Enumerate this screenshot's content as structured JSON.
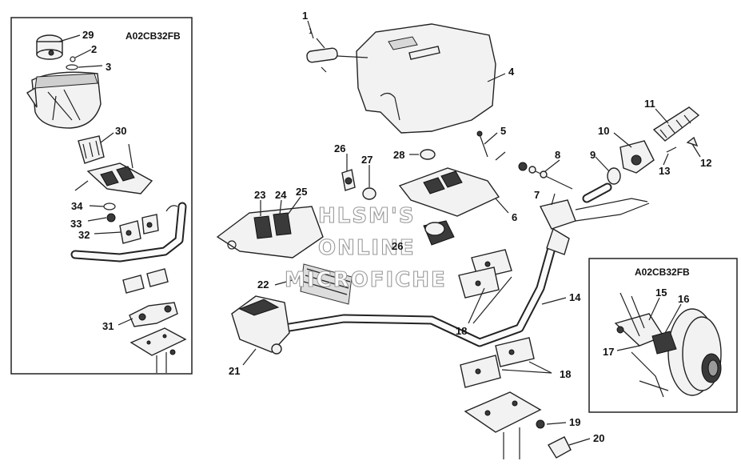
{
  "inset_left": {
    "code": "A02CB32FB"
  },
  "inset_right": {
    "code": "A02CB32FB"
  },
  "watermark": [
    "HLSM'S",
    "ONLINE",
    "MICROFICHE"
  ],
  "callouts": {
    "n1": "1",
    "n1_small": "1",
    "n2": "2",
    "n3": "3",
    "n4": "4",
    "n5": "5",
    "n6": "6",
    "n7": "7",
    "n8": "8",
    "n9": "9",
    "n10": "10",
    "n11": "11",
    "n12": "12",
    "n13": "13",
    "n14": "14",
    "n15": "15",
    "n16": "16",
    "n17": "17",
    "n18a": "18",
    "n18b": "18",
    "n19": "19",
    "n20": "20",
    "n21": "21",
    "n22": "22",
    "n23": "23",
    "n24": "24",
    "n25": "25",
    "n26a": "26",
    "n26b": "26",
    "n27": "27",
    "n28": "28",
    "n29": "29",
    "n30": "30",
    "n31": "31",
    "n32": "32",
    "n33": "33",
    "n34": "34"
  }
}
